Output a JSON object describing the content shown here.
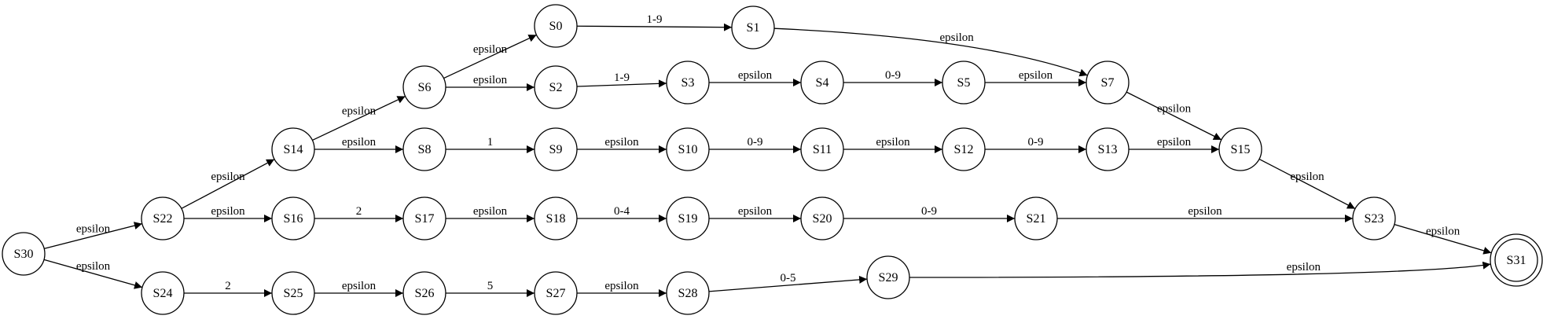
{
  "graph": {
    "accept_ring_color": "#000000",
    "nodes": [
      {
        "id": "S0",
        "label": "S0"
      },
      {
        "id": "S1",
        "label": "S1"
      },
      {
        "id": "S2",
        "label": "S2"
      },
      {
        "id": "S3",
        "label": "S3"
      },
      {
        "id": "S4",
        "label": "S4"
      },
      {
        "id": "S5",
        "label": "S5"
      },
      {
        "id": "S6",
        "label": "S6"
      },
      {
        "id": "S7",
        "label": "S7"
      },
      {
        "id": "S8",
        "label": "S8"
      },
      {
        "id": "S9",
        "label": "S9"
      },
      {
        "id": "S10",
        "label": "S10"
      },
      {
        "id": "S11",
        "label": "S11"
      },
      {
        "id": "S12",
        "label": "S12"
      },
      {
        "id": "S13",
        "label": "S13"
      },
      {
        "id": "S14",
        "label": "S14"
      },
      {
        "id": "S15",
        "label": "S15"
      },
      {
        "id": "S16",
        "label": "S16"
      },
      {
        "id": "S17",
        "label": "S17"
      },
      {
        "id": "S18",
        "label": "S18"
      },
      {
        "id": "S19",
        "label": "S19"
      },
      {
        "id": "S20",
        "label": "S20"
      },
      {
        "id": "S21",
        "label": "S21"
      },
      {
        "id": "S22",
        "label": "S22"
      },
      {
        "id": "S23",
        "label": "S23"
      },
      {
        "id": "S24",
        "label": "S24"
      },
      {
        "id": "S25",
        "label": "S25"
      },
      {
        "id": "S26",
        "label": "S26"
      },
      {
        "id": "S27",
        "label": "S27"
      },
      {
        "id": "S28",
        "label": "S28"
      },
      {
        "id": "S29",
        "label": "S29"
      },
      {
        "id": "S30",
        "label": "S30"
      },
      {
        "id": "S31",
        "label": "S31",
        "accept": true
      }
    ],
    "edges": [
      {
        "from": "S30",
        "to": "S22",
        "label": "epsilon"
      },
      {
        "from": "S30",
        "to": "S24",
        "label": "epsilon"
      },
      {
        "from": "S22",
        "to": "S14",
        "label": "epsilon"
      },
      {
        "from": "S22",
        "to": "S16",
        "label": "epsilon"
      },
      {
        "from": "S14",
        "to": "S6",
        "label": "epsilon"
      },
      {
        "from": "S14",
        "to": "S8",
        "label": "epsilon"
      },
      {
        "from": "S6",
        "to": "S0",
        "label": "epsilon"
      },
      {
        "from": "S6",
        "to": "S2",
        "label": "epsilon"
      },
      {
        "from": "S0",
        "to": "S1",
        "label": "1-9"
      },
      {
        "from": "S1",
        "to": "S7",
        "label": "epsilon"
      },
      {
        "from": "S2",
        "to": "S3",
        "label": "1-9"
      },
      {
        "from": "S3",
        "to": "S4",
        "label": "epsilon"
      },
      {
        "from": "S4",
        "to": "S5",
        "label": "0-9"
      },
      {
        "from": "S5",
        "to": "S7",
        "label": "epsilon"
      },
      {
        "from": "S7",
        "to": "S15",
        "label": "epsilon"
      },
      {
        "from": "S8",
        "to": "S9",
        "label": "1"
      },
      {
        "from": "S9",
        "to": "S10",
        "label": "epsilon"
      },
      {
        "from": "S10",
        "to": "S11",
        "label": "0-9"
      },
      {
        "from": "S11",
        "to": "S12",
        "label": "epsilon"
      },
      {
        "from": "S12",
        "to": "S13",
        "label": "0-9"
      },
      {
        "from": "S13",
        "to": "S15",
        "label": "epsilon"
      },
      {
        "from": "S15",
        "to": "S23",
        "label": "epsilon"
      },
      {
        "from": "S16",
        "to": "S17",
        "label": "2"
      },
      {
        "from": "S17",
        "to": "S18",
        "label": "epsilon"
      },
      {
        "from": "S18",
        "to": "S19",
        "label": "0-4"
      },
      {
        "from": "S19",
        "to": "S20",
        "label": "epsilon"
      },
      {
        "from": "S20",
        "to": "S21",
        "label": "0-9"
      },
      {
        "from": "S21",
        "to": "S23",
        "label": "epsilon"
      },
      {
        "from": "S23",
        "to": "S31",
        "label": "epsilon"
      },
      {
        "from": "S24",
        "to": "S25",
        "label": "2"
      },
      {
        "from": "S25",
        "to": "S26",
        "label": "epsilon"
      },
      {
        "from": "S26",
        "to": "S27",
        "label": "5"
      },
      {
        "from": "S27",
        "to": "S28",
        "label": "epsilon"
      },
      {
        "from": "S28",
        "to": "S29",
        "label": "0-5"
      },
      {
        "from": "S29",
        "to": "S31",
        "label": "epsilon"
      }
    ]
  }
}
